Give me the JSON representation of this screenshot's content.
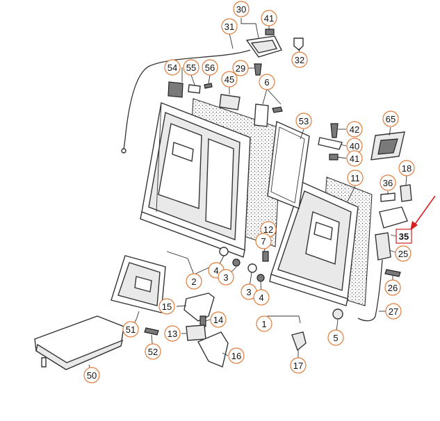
{
  "diagram": {
    "accent_color": "#e07b3a",
    "highlight_color": "#d42020",
    "labels": [
      "30",
      "41",
      "31",
      "32",
      "54",
      "55",
      "56",
      "29",
      "45",
      "6",
      "53",
      "42",
      "40",
      "41",
      "65",
      "11",
      "18",
      "36",
      "12",
      "7",
      "35",
      "25",
      "2",
      "4",
      "3",
      "3",
      "4",
      "26",
      "15",
      "14",
      "51",
      "13",
      "1",
      "27",
      "5",
      "16",
      "52",
      "50",
      "17"
    ],
    "highlighted_label": "35"
  }
}
